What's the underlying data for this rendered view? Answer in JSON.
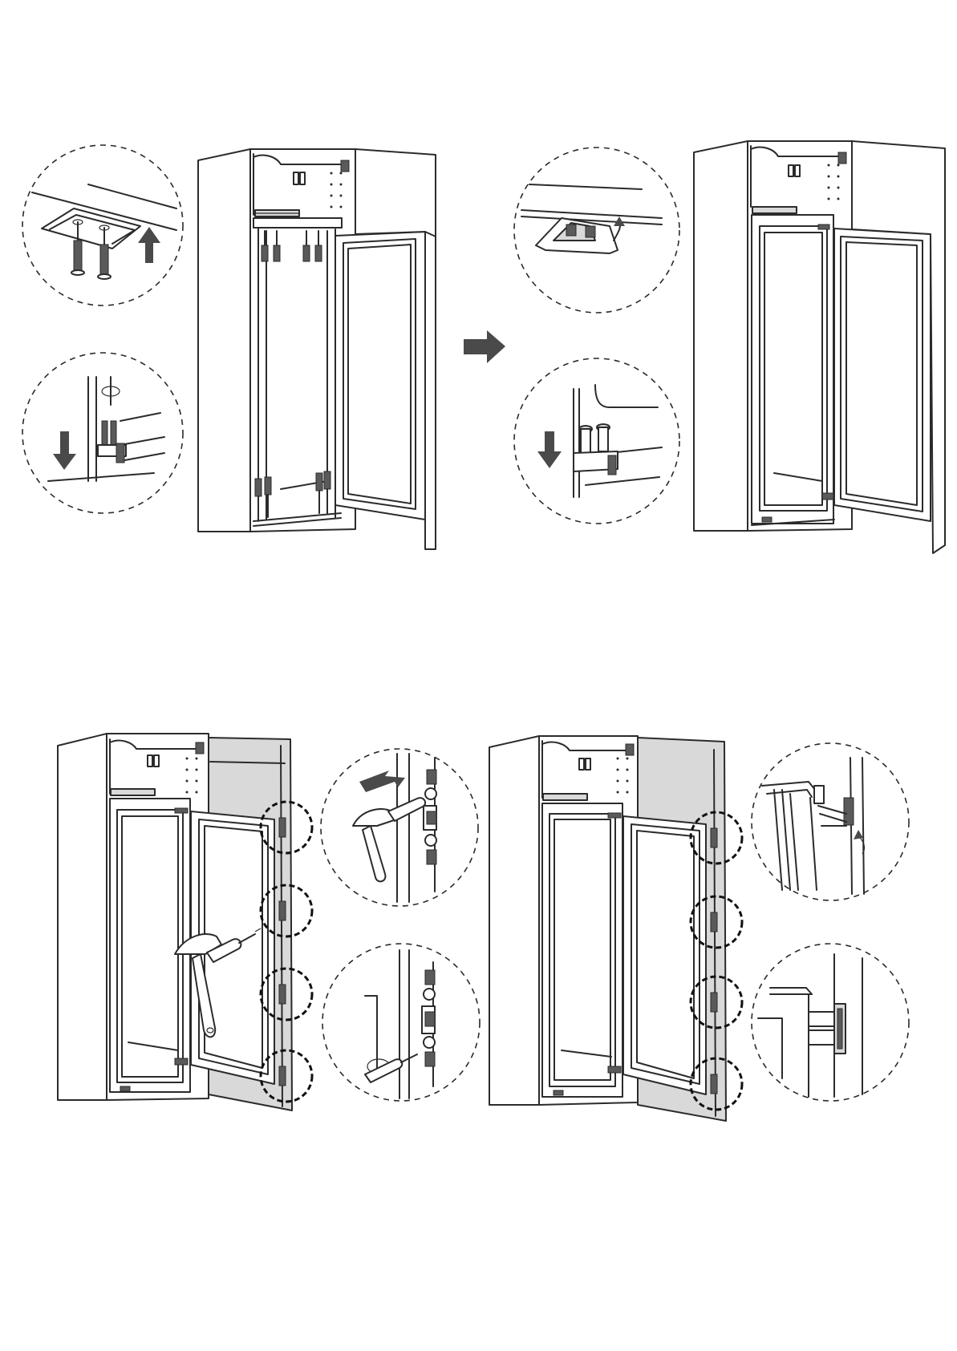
{
  "panels": [
    {
      "id": "step-1",
      "parts": [
        "cabinet",
        "door-open",
        "screws",
        "detail-top",
        "detail-bottom"
      ]
    },
    {
      "id": "step-2",
      "parts": [
        "cabinet",
        "appliance-installed",
        "door-open",
        "detail-top",
        "detail-bottom"
      ]
    },
    {
      "id": "step-3",
      "parts": [
        "cabinet",
        "door-panel",
        "hinge-callouts",
        "hammer",
        "screwdriver",
        "detail-top",
        "detail-bottom"
      ]
    },
    {
      "id": "step-4",
      "parts": [
        "cabinet",
        "door-panel",
        "hinge-callouts",
        "detail-top",
        "detail-bottom"
      ]
    }
  ],
  "icons": [
    "arrow-up-icon",
    "arrow-down-icon",
    "arrow-right-icon",
    "hammer-icon",
    "screwdriver-icon",
    "screw-icon",
    "hinge-icon"
  ],
  "colors": {
    "line": "#2b2b2b",
    "arrow": "#4a4a4a",
    "panel-fill": "#d9d9d9",
    "background": "#ffffff"
  }
}
